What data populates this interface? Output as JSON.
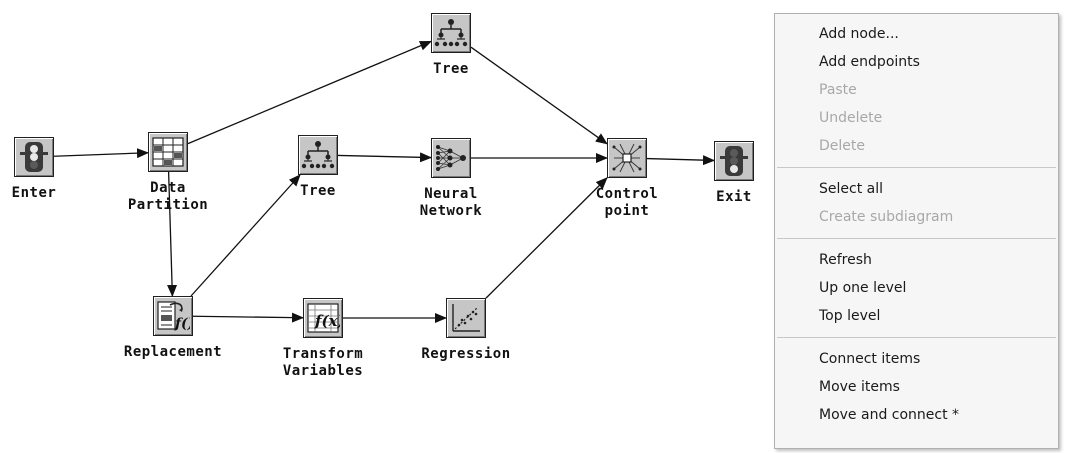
{
  "diagram": {
    "nodes": {
      "enter": {
        "label": "Enter",
        "icon": "traffic-light-icon"
      },
      "data_partition": {
        "label": "Data\nPartition",
        "icon": "data-partition-icon"
      },
      "tree_top": {
        "label": "Tree",
        "icon": "decision-tree-icon"
      },
      "tree_mid": {
        "label": "Tree",
        "icon": "decision-tree-icon"
      },
      "neural_network": {
        "label": "Neural\nNetwork",
        "icon": "neural-network-icon"
      },
      "control_point": {
        "label": "Control\npoint",
        "icon": "control-point-icon"
      },
      "exit": {
        "label": "Exit",
        "icon": "traffic-light-icon"
      },
      "replacement": {
        "label": "Replacement",
        "icon": "replacement-function-icon"
      },
      "transform_variables": {
        "label": "Transform\nVariables",
        "icon": "transform-variables-icon"
      },
      "regression": {
        "label": "Regression",
        "icon": "regression-icon"
      }
    },
    "edges": [
      [
        "enter",
        "data_partition"
      ],
      [
        "data_partition",
        "tree_top"
      ],
      [
        "data_partition",
        "replacement"
      ],
      [
        "replacement",
        "tree_mid"
      ],
      [
        "replacement",
        "transform_variables"
      ],
      [
        "tree_mid",
        "neural_network"
      ],
      [
        "transform_variables",
        "regression"
      ],
      [
        "tree_top",
        "control_point"
      ],
      [
        "neural_network",
        "control_point"
      ],
      [
        "regression",
        "control_point"
      ],
      [
        "control_point",
        "exit"
      ]
    ]
  },
  "context_menu": {
    "groups": [
      [
        {
          "label": "Add node...",
          "enabled": true
        },
        {
          "label": "Add endpoints",
          "enabled": true
        },
        {
          "label": "Paste",
          "enabled": false
        },
        {
          "label": "Undelete",
          "enabled": false
        },
        {
          "label": "Delete",
          "enabled": false
        }
      ],
      [
        {
          "label": "Select all",
          "enabled": true
        },
        {
          "label": "Create subdiagram",
          "enabled": false
        }
      ],
      [
        {
          "label": "Refresh",
          "enabled": true
        },
        {
          "label": "Up one level",
          "enabled": true
        },
        {
          "label": "Top level",
          "enabled": true
        }
      ],
      [
        {
          "label": "Connect items",
          "enabled": true
        },
        {
          "label": "Move items",
          "enabled": true
        },
        {
          "label": "Move and connect *",
          "enabled": true
        }
      ]
    ]
  }
}
